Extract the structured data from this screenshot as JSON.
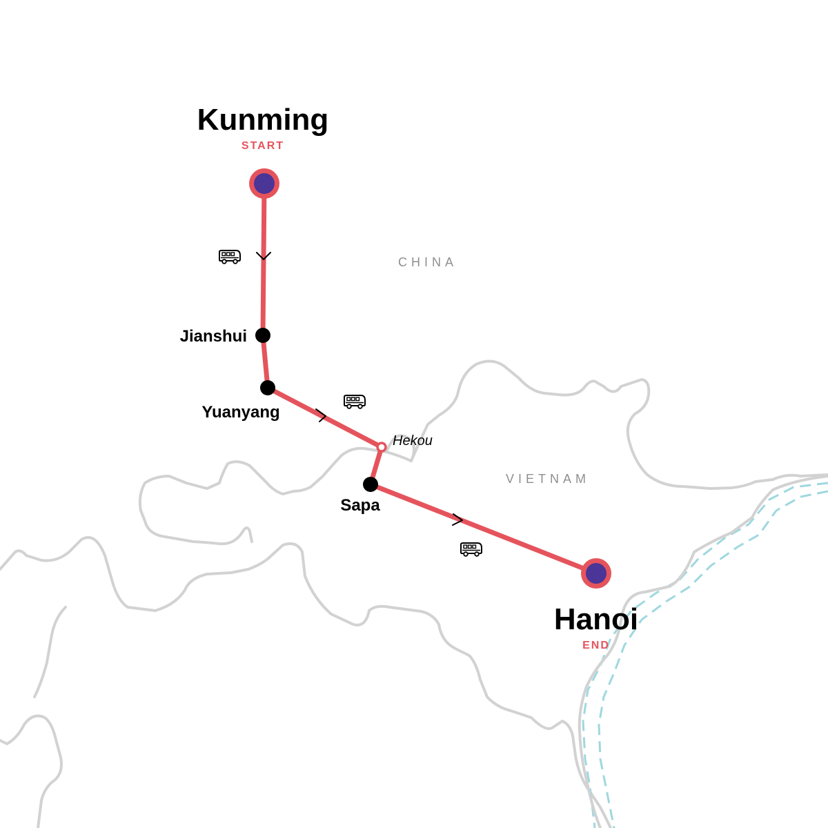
{
  "colors": {
    "route": "#e5545c",
    "endpoint_fill": "#4b3597",
    "border": "#d2d2d2",
    "coast": "#9fd8df",
    "country_label": "#8f8f8f"
  },
  "countries": {
    "china": "CHINA",
    "vietnam": "VIETNAM"
  },
  "stops": {
    "start": {
      "name": "Kunming",
      "tag": "START"
    },
    "jianshui": {
      "name": "Jianshui"
    },
    "yuanyang": {
      "name": "Yuanyang"
    },
    "hekou": {
      "name": "Hekou"
    },
    "sapa": {
      "name": "Sapa"
    },
    "end": {
      "name": "Hanoi",
      "tag": "END"
    }
  },
  "transport": {
    "icon": "bus-icon",
    "legs": [
      "Kunming to Jianshui",
      "Yuanyang to Hekou",
      "Sapa to Hanoi"
    ]
  }
}
